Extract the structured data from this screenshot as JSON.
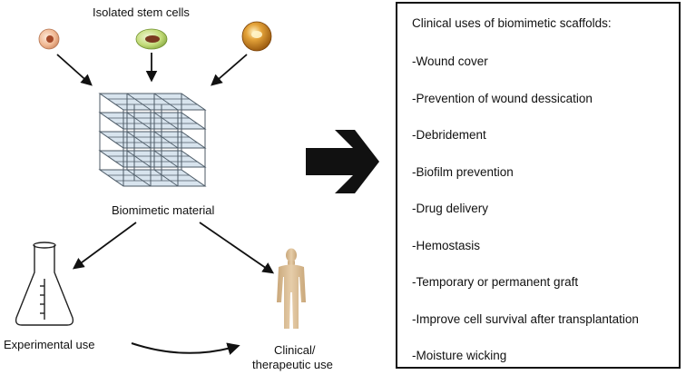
{
  "labels": {
    "stem_cells": "Isolated stem cells",
    "material": "Biomimetic material",
    "experimental": "Experimental use",
    "clinical_line1": "Clinical/",
    "clinical_line2": "therapeutic use"
  },
  "panel": {
    "title": "Clinical uses of biomimetic scaffolds:",
    "items": [
      "-Wound cover",
      "-Prevention of wound dessication",
      "-Debridement",
      "-Biofilm prevention",
      " -Drug delivery",
      "-Hemostasis",
      "-Temporary or permanent graft",
      " -Improve cell survival after transplantation",
      " -Moisture wicking"
    ]
  },
  "colors": {
    "arrow": "#111111",
    "scaffold_face": "#b8cde0",
    "scaffold_edge": "#4c5a66",
    "figure": "#d9bf98",
    "cell_left": "#e3a27c",
    "cell_middle": "#b4cf6a",
    "cell_right": "#c97a12"
  },
  "icons": [
    "stem-cell-icon",
    "scaffold-icon",
    "flask-icon",
    "human-figure-icon",
    "big-arrow-icon"
  ]
}
